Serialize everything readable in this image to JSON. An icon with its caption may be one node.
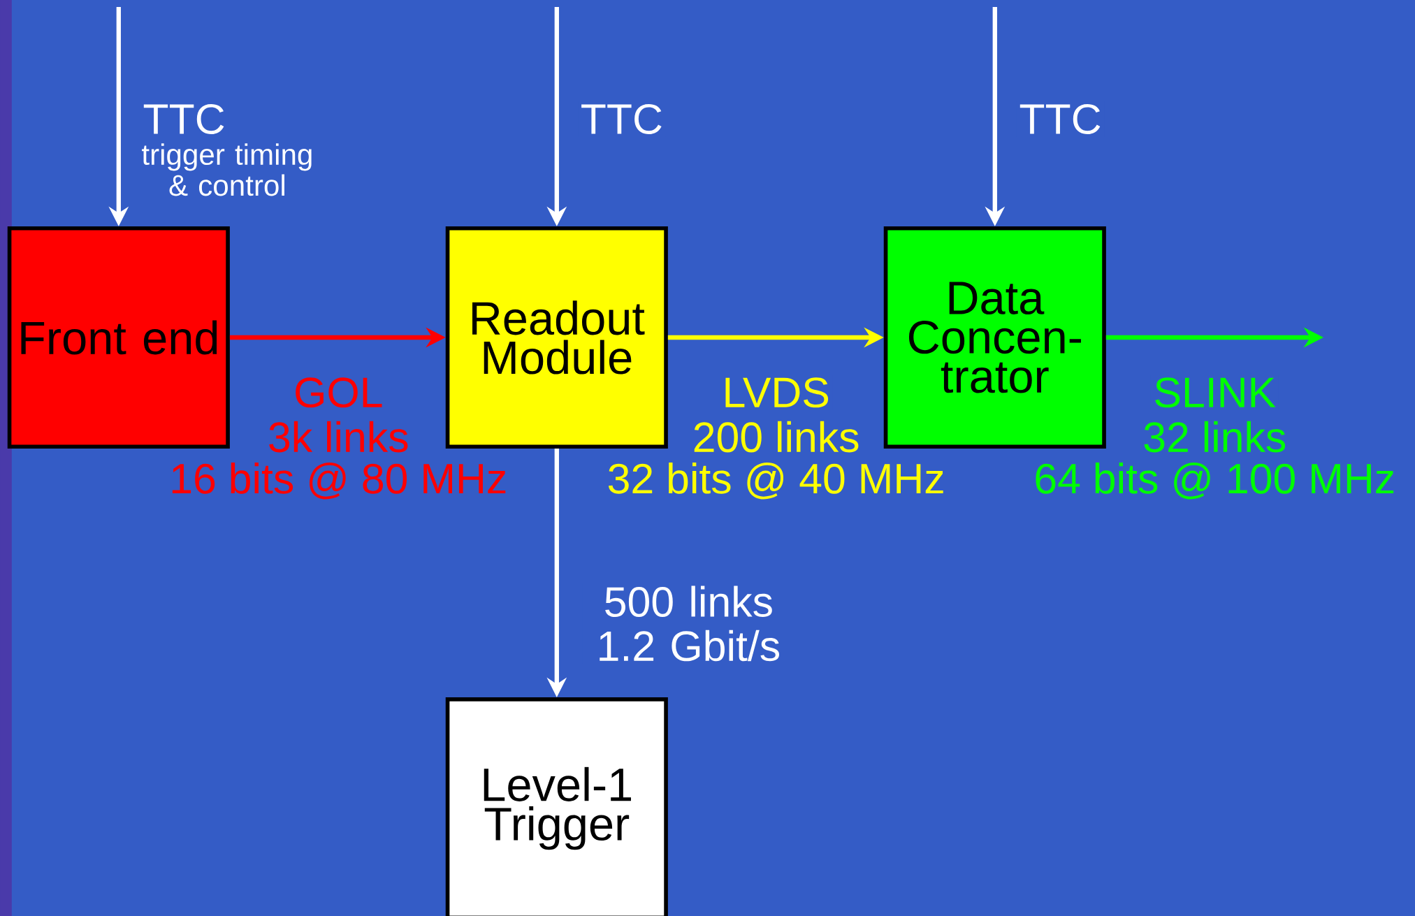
{
  "diagram": {
    "nodes": [
      {
        "text": [
          "Front end"
        ]
      },
      {
        "text": [
          "Readout Module"
        ]
      },
      {
        "text": [
          "Data Concen-trator"
        ]
      },
      {
        "text": [
          "Level-1 Trigger"
        ]
      }
    ],
    "edges": [
      {
        "from": null,
        "to": 0,
        "arrow": "to",
        "label": "TTC"
      },
      {
        "from": null,
        "to": 1,
        "arrow": "to",
        "label": "TTC"
      },
      {
        "from": null,
        "to": 2,
        "arrow": "to",
        "label": "TTC"
      },
      {
        "from": 0,
        "to": 1,
        "arrow": "to",
        "label": "GOL",
        "color": "#ff0000"
      },
      {
        "from": 1,
        "to": 2,
        "arrow": "to",
        "label": "LVDS",
        "color": "#ffff00"
      },
      {
        "from": 2,
        "to": null,
        "arrow": "to",
        "label": "SLINK",
        "color": "#00ff00"
      },
      {
        "from": 1,
        "to": 3,
        "arrow": "to",
        "label": "500 links 1.2 Gbit/s"
      }
    ],
    "labels": [
      "trigger timing & control",
      "3k links",
      "16 bits @ 80 MHz",
      "200 links",
      "32 bits @ 40 MHz",
      "32 links",
      "64 bits @ 100 MHz"
    ]
  }
}
